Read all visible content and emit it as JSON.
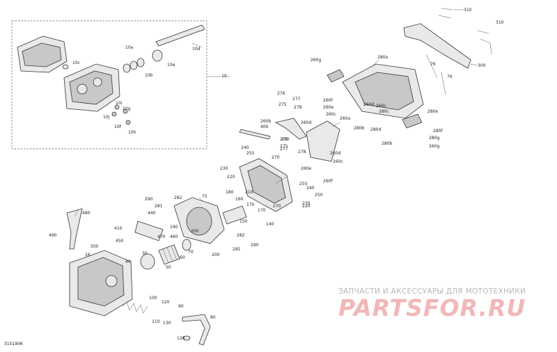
{
  "diagram_code": "31S1906",
  "watermark": {
    "tagline": "ЗАПЧАСТИ И АКСЕССУАРЫ ДЛЯ МОТОТЕХНИКИ",
    "logo_text": "PARTSFOR.RU"
  },
  "colors": {
    "callout_text": "#222222",
    "watermark_text": "#b7b7b7",
    "watermark_logo": "#f2b7b7"
  },
  "callouts": {
    "c10": "10",
    "c10a": "10a",
    "c10b": "10b",
    "c10c": "10c",
    "c10d": "10d",
    "c10e": "10e",
    "c10f": "10f",
    "c10g": "10g",
    "c10h": "10h",
    "c10i": "10i",
    "c10j": "10j",
    "c16": "16",
    "c30": "30",
    "c40": "40",
    "c50": "50",
    "c60": "60",
    "c70": "70",
    "c75": "75",
    "c76a": "76",
    "c76b": "76",
    "c80": "80",
    "c90": "90",
    "c100": "100",
    "c110": "110",
    "c120a": "120",
    "c120b": "120",
    "c130": "130",
    "c140": "140",
    "c150": "150",
    "c160": "160",
    "c170a": "170",
    "c170b": "170",
    "c180": "180",
    "c190": "190",
    "c200a": "200",
    "c200b": "200",
    "c210": "210",
    "c220a": "220",
    "c220b": "220",
    "c230a": "230",
    "c230b": "230",
    "c240a": "240",
    "c240b": "240",
    "c250": "250",
    "c255a": "255",
    "c255b": "255",
    "c260a": "260a",
    "c260b": "260b",
    "c260c1": "260c",
    "c260c2": "260c",
    "c260c3": "260c",
    "c260d1": "260d",
    "c260d2": "260d",
    "c260d3": "260d",
    "c260e1": "260e",
    "c260e2": "260e",
    "c260f1": "260f",
    "c260f2": "260f",
    "c260g1": "260g",
    "c260g2": "260g",
    "c270a": "270",
    "c270b": "270",
    "c270c": "270",
    "c275a": "275",
    "c275b": "275",
    "c276a": "276",
    "c276b": "276",
    "c277a": "277",
    "c277b": "277",
    "c278a": "278",
    "c278b": "278",
    "c280a": "280a",
    "c280b1": "280b",
    "c280b2": "280b",
    "c280c": "280c",
    "c280d": "280d",
    "c280e": "280e",
    "c280f": "280f",
    "c280g": "280g",
    "c281a": "281",
    "c281b": "281",
    "c282a": "282",
    "c282b": "282",
    "c290a": "290",
    "c290b": "290",
    "c300": "300",
    "c310a": "310",
    "c310b": "310",
    "c400": "400",
    "c410": "410",
    "c440": "440",
    "c450": "450",
    "c460": "460",
    "c470": "470",
    "c480": "480",
    "c490": "490",
    "c500": "500"
  }
}
